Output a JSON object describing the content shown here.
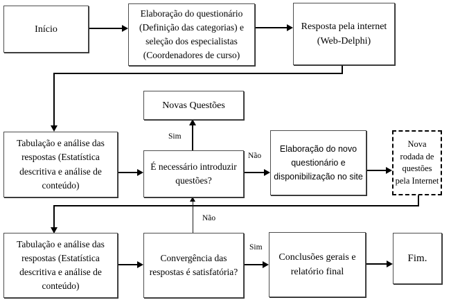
{
  "diagram": {
    "nodes": {
      "inicio": "Início",
      "elaboracao_questionario": "Elaboração do questionário (Definição das categorias) e seleção dos especialistas (Coordenadores de curso)",
      "resposta_internet": "Resposta pela internet (Web-Delphi)",
      "novas_questoes": "Novas Questões",
      "tabulacao_analise_1": "Tabulação e análise das respostas (Estatística descritiva e análise de conteúdo)",
      "necessario_introduzir": "É necessário introduzir questões?",
      "elaboracao_novo": "Elaboração do novo questionário e disponibilização no site",
      "nova_rodada": "Nova rodada de questões pela Internet",
      "tabulacao_analise_2": "Tabulação e análise das respostas (Estatística descritiva e análise de conteúdo)",
      "convergencia": "Convergência das respostas é satisfatória?",
      "conclusoes": "Conclusões gerais e relatório final",
      "fim": "Fim."
    },
    "edge_labels": {
      "sim_novas_questoes": "Sim",
      "nao_elaboracao_novo": "Não",
      "nao_convergencia": "Não",
      "sim_conclusoes": "Sim"
    },
    "edges": [
      {
        "from": "inicio",
        "to": "elaboracao_questionario",
        "label": ""
      },
      {
        "from": "elaboracao_questionario",
        "to": "resposta_internet",
        "label": ""
      },
      {
        "from": "resposta_internet",
        "to": "tabulacao_analise_1",
        "label": ""
      },
      {
        "from": "tabulacao_analise_1",
        "to": "necessario_introduzir",
        "label": ""
      },
      {
        "from": "necessario_introduzir",
        "to": "novas_questoes",
        "label": "Sim"
      },
      {
        "from": "necessario_introduzir",
        "to": "elaboracao_novo",
        "label": "Não"
      },
      {
        "from": "elaboracao_novo",
        "to": "nova_rodada",
        "label": ""
      },
      {
        "from": "nova_rodada",
        "to": "tabulacao_analise_2",
        "label": ""
      },
      {
        "from": "tabulacao_analise_2",
        "to": "convergencia",
        "label": ""
      },
      {
        "from": "convergencia",
        "to": "necessario_introduzir",
        "label": "Não"
      },
      {
        "from": "convergencia",
        "to": "conclusoes",
        "label": "Sim"
      },
      {
        "from": "conclusoes",
        "to": "fim",
        "label": ""
      }
    ],
    "colors": {
      "background": "#ffffff",
      "box_border": "#4d4d4d",
      "dashed_border": "#000000",
      "line": "#000000",
      "text": "#000000"
    }
  }
}
